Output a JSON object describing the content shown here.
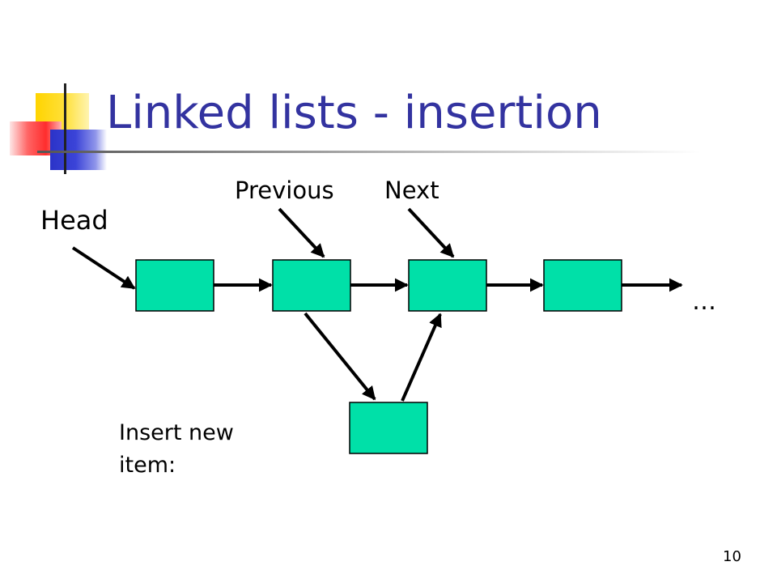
{
  "slide": {
    "title": "Linked lists - insertion",
    "page_number": "10"
  },
  "diagram": {
    "labels": {
      "head": "Head",
      "previous": "Previous",
      "next": "Next",
      "ellipsis": "…",
      "insert_new_item": "Insert new item:"
    },
    "node_color": "#00e0a8",
    "title_color": "#3333a0"
  }
}
